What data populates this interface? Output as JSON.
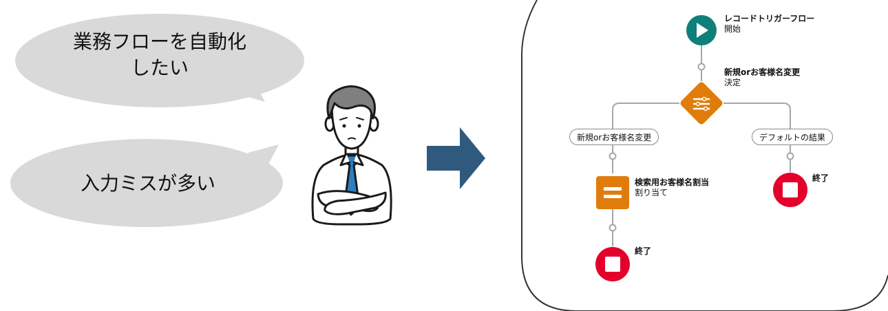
{
  "bubbles": {
    "top_line1": "業務フローを自動化",
    "top_line2": "したい",
    "bottom": "入力ミスが多い"
  },
  "flow": {
    "start": {
      "title": "レコードトリガーフロー",
      "subtitle": "開始"
    },
    "decision": {
      "title": "新規orお客様名変更",
      "subtitle": "決定"
    },
    "branch_left": "新規orお客様名変更",
    "branch_right": "デフォルトの結果",
    "assignment": {
      "title": "検索用お客様名割当",
      "subtitle": "割り当て"
    },
    "end_left": "終了",
    "end_right": "終了"
  },
  "colors": {
    "bubble": "#d9d9d9",
    "arrow": "#2f5a7e",
    "start_node": "#0f7f7a",
    "decision_node": "#e07c0c",
    "assignment_node": "#e07c0c",
    "end_node": "#e4002b",
    "connector": "#a6a6a6",
    "shirt_tie": "#2d7fc1"
  }
}
